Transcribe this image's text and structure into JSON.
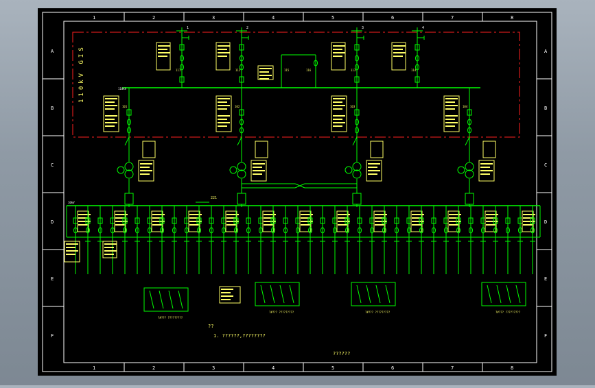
{
  "grid": {
    "col_labels": [
      "1",
      "2",
      "3",
      "4",
      "5",
      "6",
      "7",
      "8"
    ],
    "row_labels": [
      "A",
      "B",
      "C",
      "D",
      "E",
      "F"
    ]
  },
  "gis_label": "110kV GIS",
  "bus_110_label": "110kV",
  "bus_lv_label": "10kV",
  "incoming_labels": [
    "1",
    "2",
    "3",
    "4"
  ],
  "bay_codes": [
    "111",
    "112",
    "113",
    "114",
    "115",
    "116",
    "101",
    "102",
    "103",
    "104"
  ],
  "transformer_count": 4,
  "bus_tie_label": "221",
  "title_text": "??",
  "note_text": "1. ??????,????????",
  "footer_text": "??????",
  "bottom_captions": [
    "?#??? ?????????",
    "?#??? ?????????",
    "?#??? ?????????",
    "?#??? ?????????"
  ],
  "colors": {
    "background": "#000000",
    "frame": "#ffffff",
    "primary": "#00ff00",
    "annotation": "#ffff66",
    "gis_border": "#ff2020"
  }
}
